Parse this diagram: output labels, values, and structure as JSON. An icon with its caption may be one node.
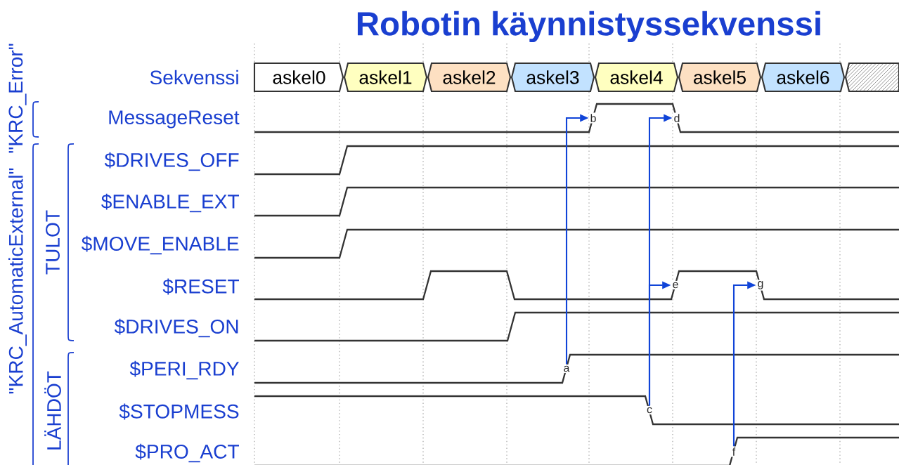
{
  "diagram": {
    "title": "Robotin käynnistyssekvenssi",
    "nodes": [
      {
        "text": [
          "askel0"
        ]
      },
      {
        "text": [
          "askel1"
        ]
      },
      {
        "text": [
          "askel2"
        ]
      },
      {
        "text": [
          "askel3"
        ]
      },
      {
        "text": [
          "askel4"
        ]
      },
      {
        "text": [
          "askel5"
        ]
      },
      {
        "text": [
          "askel6"
        ]
      },
      {
        "text": [],
        "shape": "box"
      },
      {
        "text": [
          "b"
        ]
      },
      {
        "text": [
          "d"
        ]
      },
      {
        "text": [
          "e"
        ]
      },
      {
        "text": [
          "g"
        ]
      },
      {
        "text": [
          "a"
        ]
      },
      {
        "text": [
          "c"
        ]
      },
      {
        "text": [
          "f"
        ]
      }
    ],
    "edges": [
      {
        "from": 12,
        "to": 8,
        "arrow": "to"
      },
      {
        "from": 13,
        "to": 9,
        "arrow": "to"
      },
      {
        "from": 13,
        "to": 10,
        "arrow": "to"
      },
      {
        "from": 14,
        "to": 11,
        "arrow": "to"
      }
    ],
    "labels": [
      "Sekvenssi",
      "MessageReset",
      "$DRIVES_OFF",
      "$ENABLE_EXT",
      "$MOVE_ENABLE",
      "$RESET",
      "$DRIVES_ON",
      "$PERI_RDY",
      "$STOPMESS",
      "$PRO_ACT",
      "\"KRC_Error\"",
      "\"KRC_AutomaticExternal\"",
      "TULOT",
      "LÄHDÖT"
    ]
  }
}
